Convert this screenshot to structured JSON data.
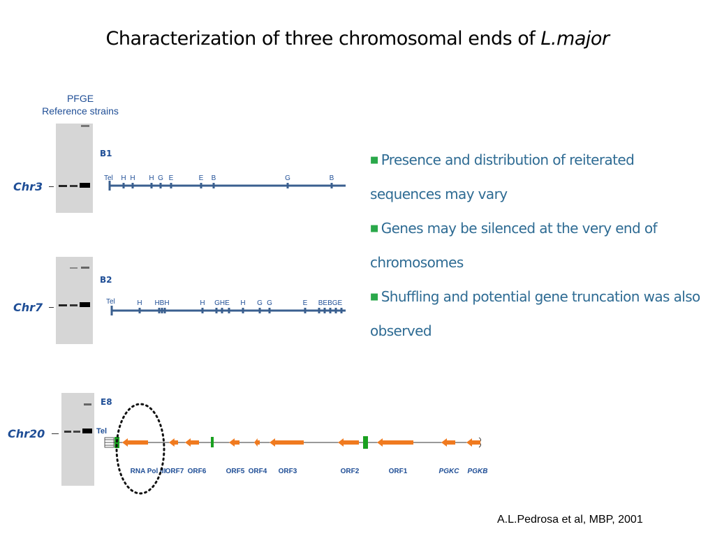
{
  "slide": {
    "title_main": "Characterization of three chromosomal ends of",
    "title_species": "L.major",
    "pfge_label": [
      "PFGE",
      "Reference strains"
    ],
    "citation": "A.L.Pedrosa et al, MBP, 2001"
  },
  "colors": {
    "map_blue": "#3a5f8f",
    "label_blue": "#1f4e96",
    "gene_orange": "#f07a1f",
    "gene_green": "#1aa020",
    "bullet_text": "#2e6b93"
  },
  "bullets": [
    "Presence and distribution of reiterated sequences may vary",
    "Genes may be silenced at the very end of chromosomes",
    "Shuffling and potential gene truncation was also observed"
  ],
  "maps": [
    {
      "name": "B1",
      "chromosome": "Chr3",
      "tel_label": "Tel",
      "sites": [
        "H",
        "H",
        "H",
        "G",
        "E",
        "E",
        "B",
        "G",
        "B"
      ]
    },
    {
      "name": "B2",
      "chromosome": "Chr7",
      "tel_label": "Tel",
      "sites": [
        "H",
        "HBH",
        "H",
        "GHE",
        "H",
        "G",
        "G",
        "E",
        "BEBGE"
      ]
    },
    {
      "name": "E8",
      "chromosome": "Chr20",
      "tel_label": "Tel",
      "genes": [
        "RNA Pol III",
        "ORF7",
        "ORF6",
        "ORF5",
        "ORF4",
        "ORF3",
        "ORF2",
        "ORF1",
        "PGKC",
        "PGKB"
      ]
    }
  ]
}
